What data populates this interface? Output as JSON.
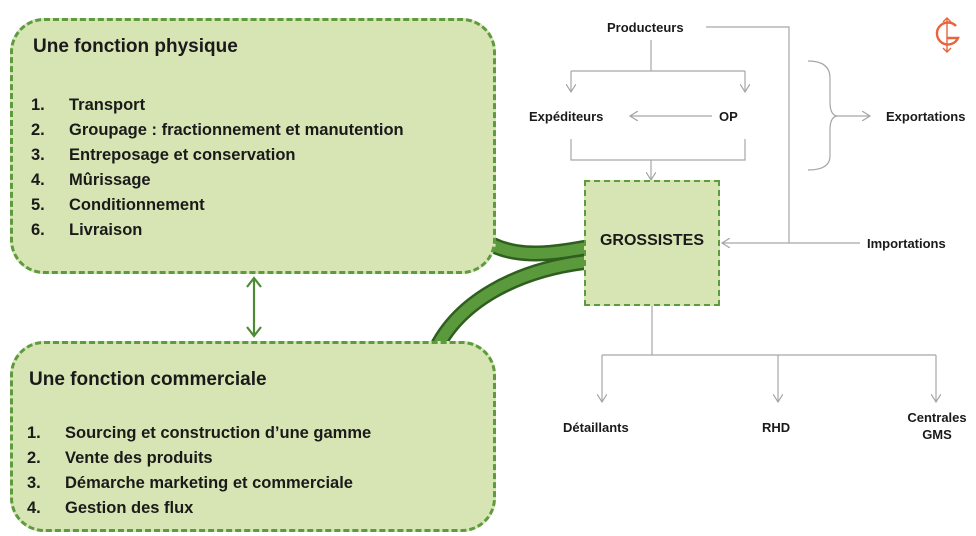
{
  "physique": {
    "title": "Une fonction physique",
    "items": [
      {
        "num": "1.",
        "label": "Transport"
      },
      {
        "num": "2.",
        "label": "Groupage : fractionnement et manutention"
      },
      {
        "num": "3.",
        "label": "Entreposage et conservation"
      },
      {
        "num": "4.",
        "label": "Mûrissage"
      },
      {
        "num": "5.",
        "label": "Conditionnement"
      },
      {
        "num": "6.",
        "label": "Livraison"
      }
    ]
  },
  "commerciale": {
    "title": "Une fonction commerciale",
    "items": [
      {
        "num": "1.",
        "label": "Sourcing et construction d’une gamme"
      },
      {
        "num": "2.",
        "label": "Vente des produits"
      },
      {
        "num": "3.",
        "label": "Démarche marketing et commerciale"
      },
      {
        "num": "4.",
        "label": "Gestion des flux"
      }
    ]
  },
  "flow": {
    "producteurs": "Producteurs",
    "expediteurs": "Expéditeurs",
    "op": "OP",
    "exportations": "Exportations",
    "grossistes": "GROSSISTES",
    "importations": "Importations",
    "detaillants": "Détaillants",
    "rhd": "RHD",
    "centrales_line1": "Centrales",
    "centrales_line2": "GMS"
  },
  "colors": {
    "box_fill": "#d6e5b3",
    "box_border": "#5e9a3e",
    "arrow_green": "#4e8a35",
    "connector_gray": "#a6a6a6",
    "logo_orange": "#e8643c"
  },
  "icons": {
    "logo": "g-logo-icon"
  }
}
